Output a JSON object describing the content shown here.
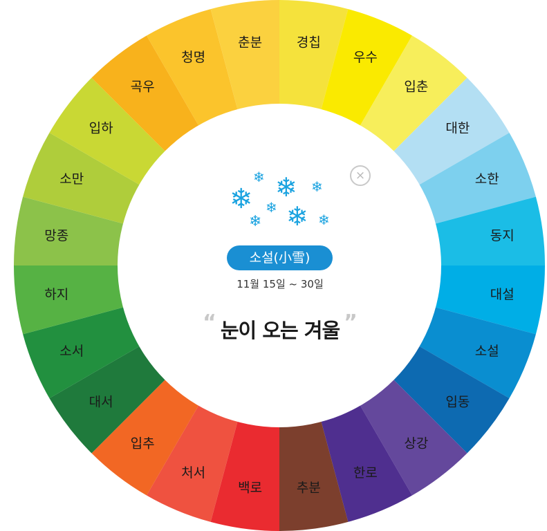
{
  "wheel": {
    "terms": [
      {
        "label": "경칩",
        "color": "#f5e23c"
      },
      {
        "label": "우수",
        "color": "#faea00"
      },
      {
        "label": "입춘",
        "color": "#f7ee5b"
      },
      {
        "label": "대한",
        "color": "#b3dff3"
      },
      {
        "label": "소한",
        "color": "#7dd0ee"
      },
      {
        "label": "동지",
        "color": "#1bbde6"
      },
      {
        "label": "대설",
        "color": "#00aee6"
      },
      {
        "label": "소설",
        "color": "#0a8ed0"
      },
      {
        "label": "입동",
        "color": "#0d6ab1"
      },
      {
        "label": "상강",
        "color": "#64489c"
      },
      {
        "label": "한로",
        "color": "#4f2f8f"
      },
      {
        "label": "추분",
        "color": "#7c3f2d"
      },
      {
        "label": "백로",
        "color": "#ea2b30"
      },
      {
        "label": "처서",
        "color": "#ef5240"
      },
      {
        "label": "입추",
        "color": "#f26724"
      },
      {
        "label": "대서",
        "color": "#1f7a3c"
      },
      {
        "label": "소서",
        "color": "#22903f"
      },
      {
        "label": "하지",
        "color": "#56b244"
      },
      {
        "label": "망종",
        "color": "#8cc24a"
      },
      {
        "label": "소만",
        "color": "#afcd3b"
      },
      {
        "label": "입하",
        "color": "#c9d834"
      },
      {
        "label": "곡우",
        "color": "#f8b21c"
      },
      {
        "label": "청명",
        "color": "#fbc42c"
      },
      {
        "label": "춘분",
        "color": "#fbd13f"
      }
    ]
  },
  "detail": {
    "close_symbol": "×",
    "snowflake_glyph": "❄",
    "term_name": "소설(小雪)",
    "date_range": "11월 15일 ~ 30일",
    "quote_open": "“",
    "quote_text": "눈이 오는 겨울",
    "quote_close": "”",
    "accent_color": "#1a8fd3",
    "snowflake_color": "#1ba3e0"
  }
}
